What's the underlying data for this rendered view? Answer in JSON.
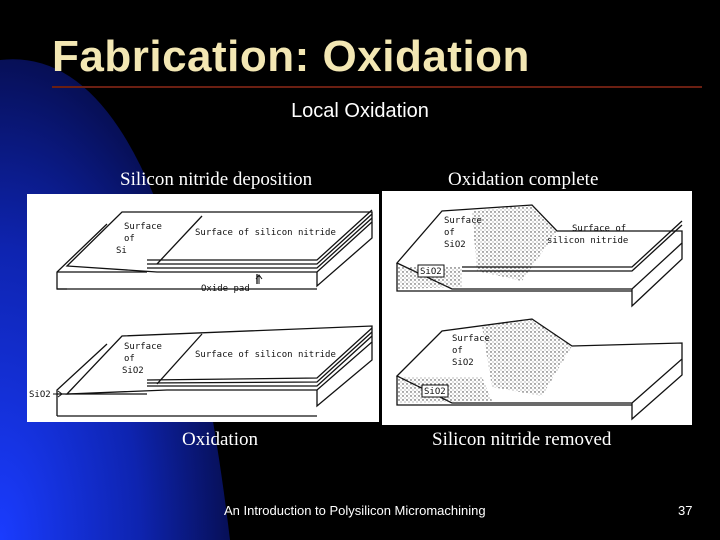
{
  "slide": {
    "title": "Fabrication: Oxidation",
    "subtitle": "Local Oxidation",
    "footer": "An Introduction to Polysilicon Micromachining",
    "page_number": "37"
  },
  "captions": {
    "top_left": "Silicon nitride deposition",
    "top_right": "Oxidation complete",
    "bottom_left": "Oxidation",
    "bottom_right": "Silicon nitride removed"
  },
  "diagram_labels": {
    "tl_surface": "Surface",
    "tl_of": "of",
    "tl_si": "Si",
    "tl_nitride": "Surface of silicon nitride",
    "tl_oxide_pad": "Oxide pad",
    "bl_surface": "Surface",
    "bl_of": "of",
    "bl_sio2": "SiO2",
    "bl_nitride": "Surface of silicon nitride",
    "bl_sio2_arrow": "SiO2",
    "tr_surface": "Surface",
    "tr_of": "of",
    "tr_sio2": "SiO2",
    "tr_nitride_1": "Surface of",
    "tr_nitride_2": "silicon nitride",
    "tr_box": "SiO2",
    "br_surface": "Surface",
    "br_of": "of",
    "br_sio2": "SiO2",
    "br_box": "SiO2"
  },
  "colors": {
    "background": "#000000",
    "gradient_blue": "#1030c8",
    "title": "#f3e7b3",
    "rule": "#6b1f12"
  }
}
